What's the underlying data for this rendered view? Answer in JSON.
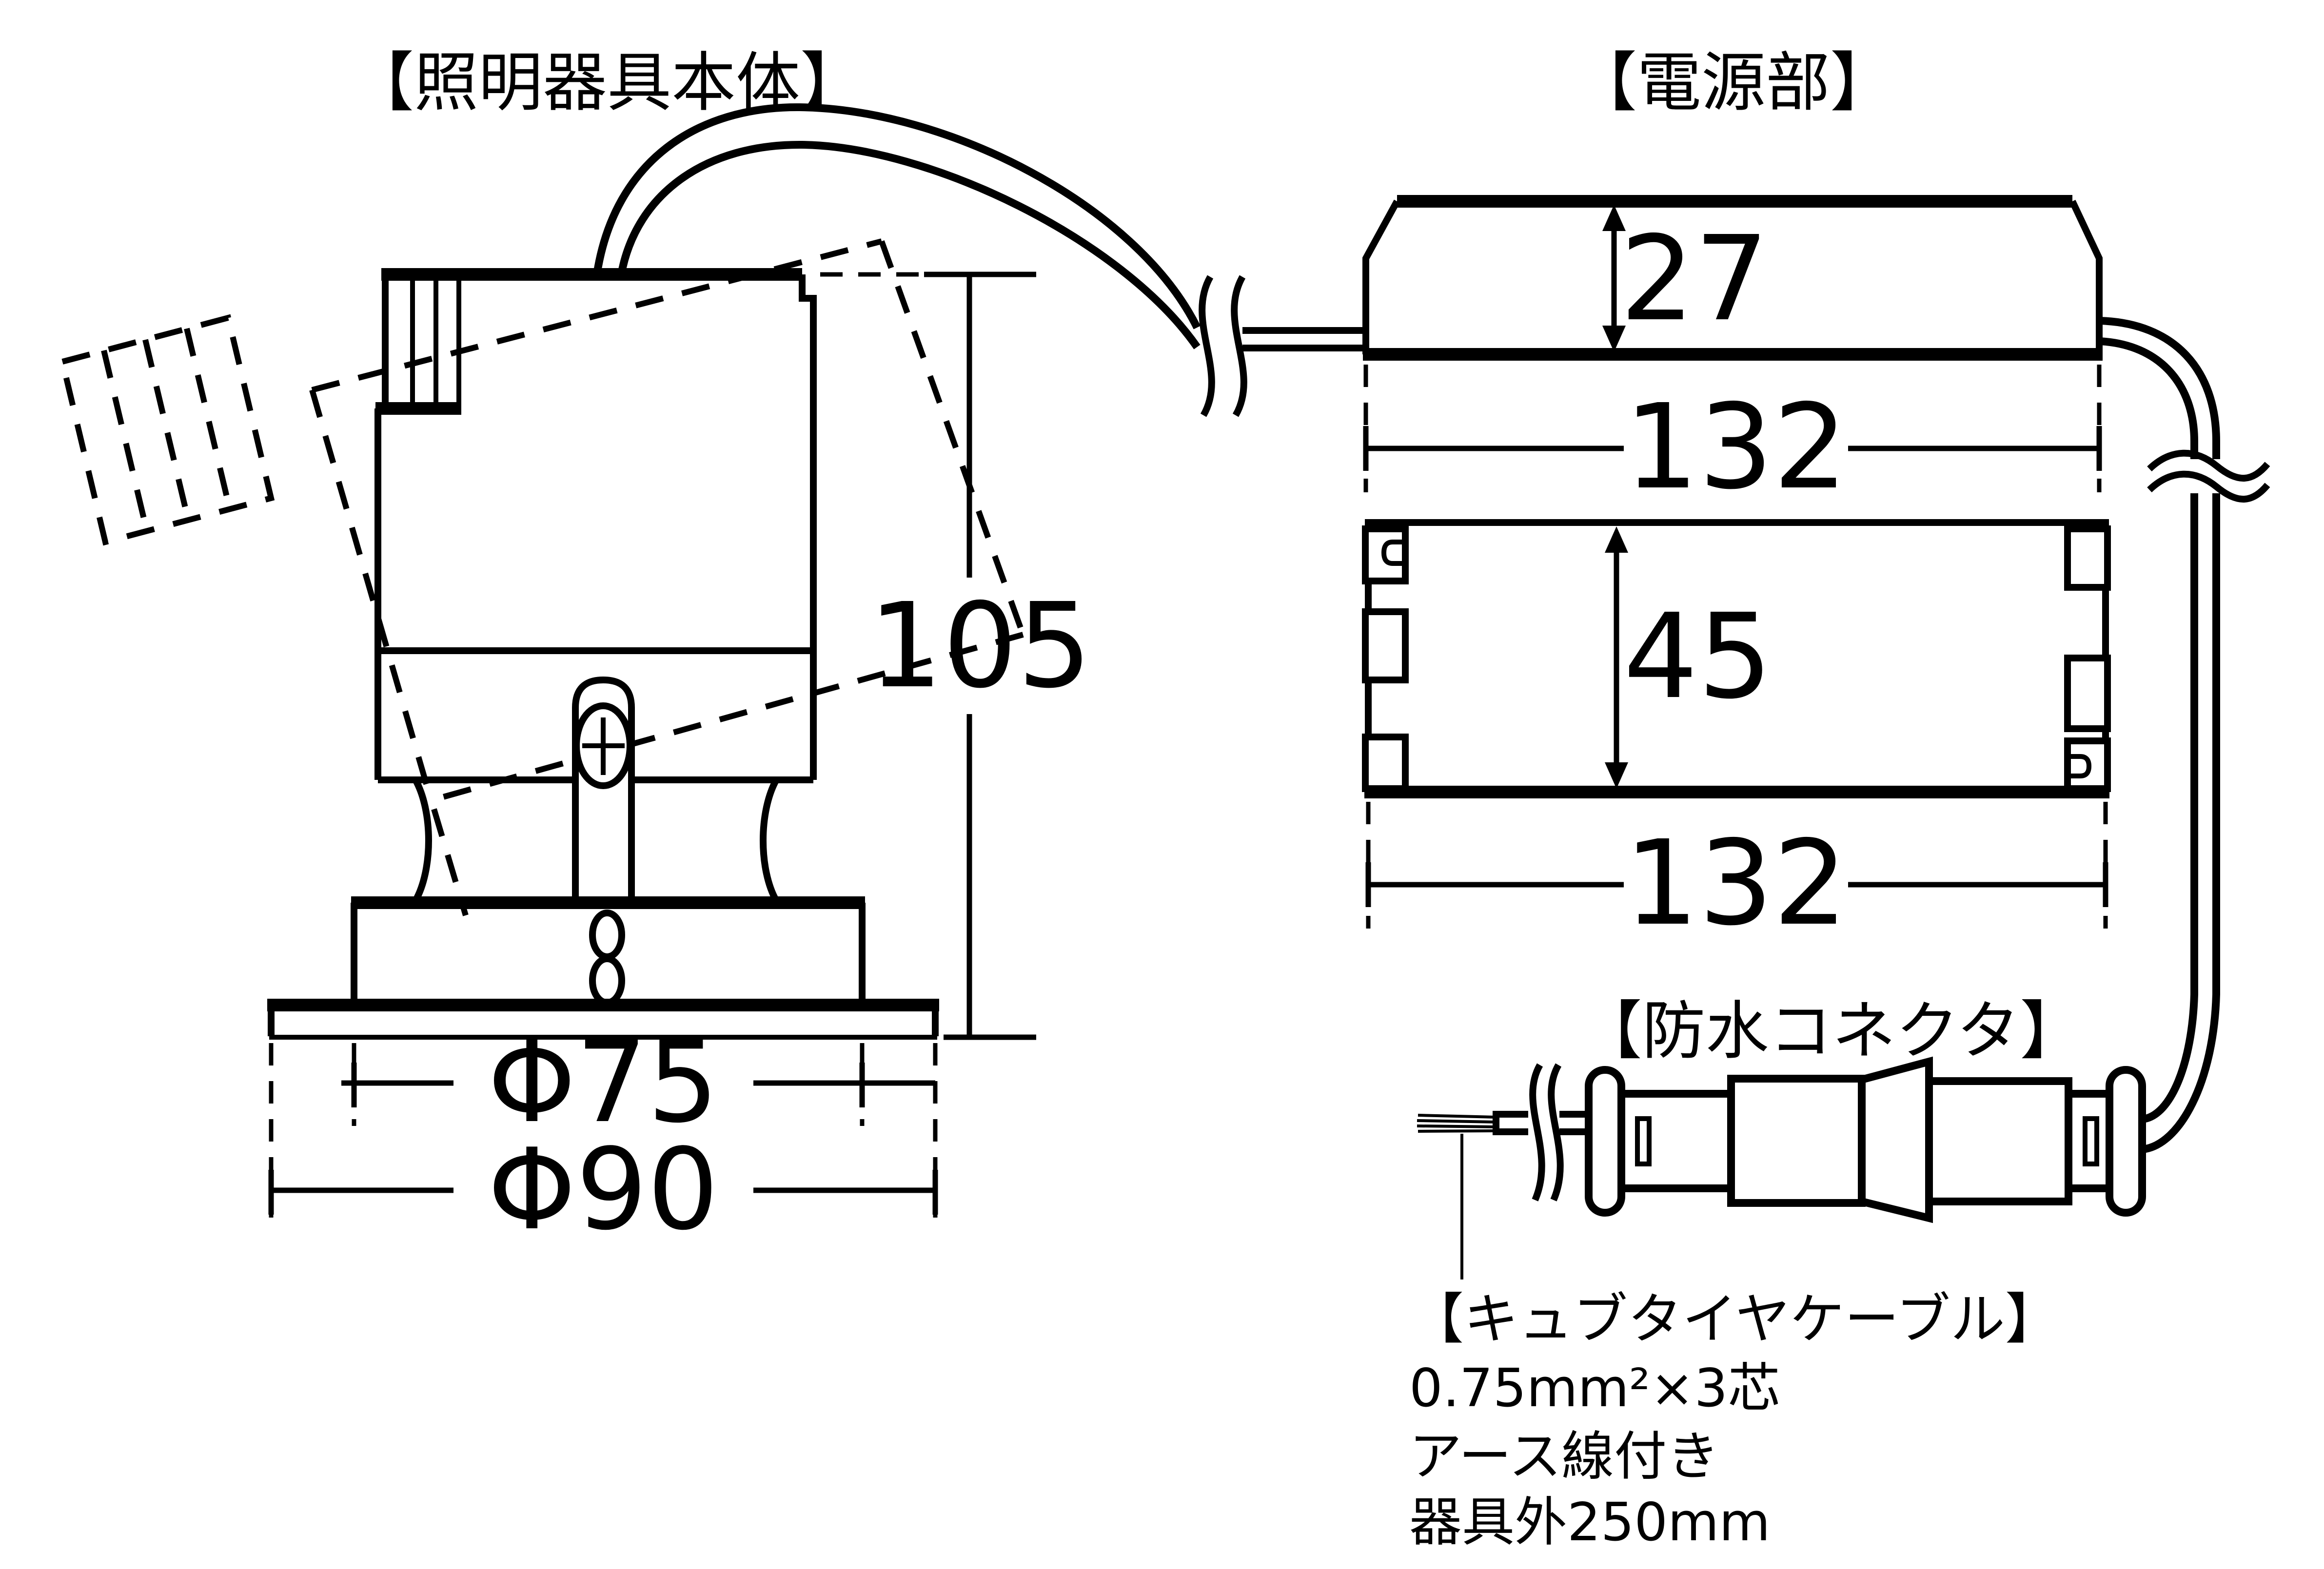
{
  "page": {
    "background": "#ffffff",
    "ink": "#000000"
  },
  "sections": {
    "fixture": {
      "title": "【照明器具本体】"
    },
    "power_supply": {
      "title": "【電源部】"
    },
    "connector": {
      "title": "【防水コネクタ】"
    }
  },
  "dimensions": {
    "fixture_total_height": "105",
    "fixture_recess_diameter": "Φ75",
    "fixture_trim_diameter": "Φ90",
    "power_height": "27",
    "power_length_side_view": "132",
    "power_width": "45",
    "power_length_top_view": "132"
  },
  "cable_note": {
    "title": "【キュブタイヤケーブル】",
    "spec": "0.75mm²×3芯",
    "earth": "アース線付き",
    "length": "器具外250mm"
  }
}
